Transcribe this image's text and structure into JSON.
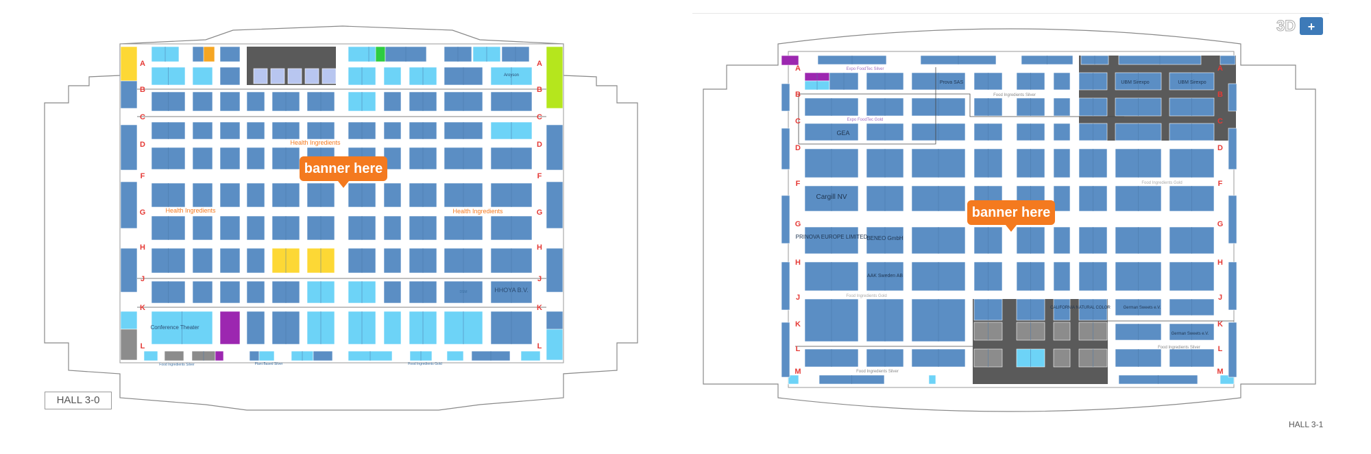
{
  "toolbar": {
    "view_3d_label": "3D",
    "zoom_in_label": "+"
  },
  "colors": {
    "booth": "#5b8ec4",
    "booth_light": "#6dd3f7",
    "yellow": "#fdd835",
    "lime": "#b5e61d",
    "purple": "#9c27b0",
    "green": "#2ecc40",
    "gray": "#8c8c8c",
    "dark": "#5a5a5a",
    "row_letter": "#e53935",
    "zone_orange": "#f47a1f"
  },
  "hall0": {
    "name": "HALL 3-0",
    "banner": "banner here",
    "row_letters": [
      "A",
      "B",
      "C",
      "D",
      "F",
      "G",
      "H",
      "J",
      "K",
      "L"
    ],
    "zones": [
      "Health Ingredients",
      "Health Ingredients",
      "Health Ingredients"
    ],
    "booth_names": [
      "Conference Theater",
      "HHOYA B.V.",
      "Aroyson",
      "DSM",
      "Food Ingredients Silver",
      "Plant Based Silver",
      "Food Ingredients Gold"
    ]
  },
  "hall1": {
    "name": "HALL 3-1",
    "banner": "banner here",
    "row_letters": [
      "A",
      "B",
      "C",
      "D",
      "F",
      "G",
      "H",
      "J",
      "K",
      "L",
      "M"
    ],
    "zones": [
      "Expo FoodTec Silver",
      "Food Ingredients Silver",
      "Expo FoodTec Gold",
      "Food Ingredients Gold",
      "Food Ingredients Gold",
      "Food Ingredients Silver",
      "Food Ingredients Silver"
    ],
    "booth_names": [
      "Cargill NV",
      "PRINOVA EUROPE LIMITED",
      "BENEO GmbH",
      "AAK Sweden AB",
      "GEA",
      "Prova SAS",
      "UBM Sirexpo",
      "UBM Sirexpo",
      "CALIFORNIA NATURAL COLOR",
      "German Sweets e.V.",
      "German Sweets e.V."
    ]
  }
}
